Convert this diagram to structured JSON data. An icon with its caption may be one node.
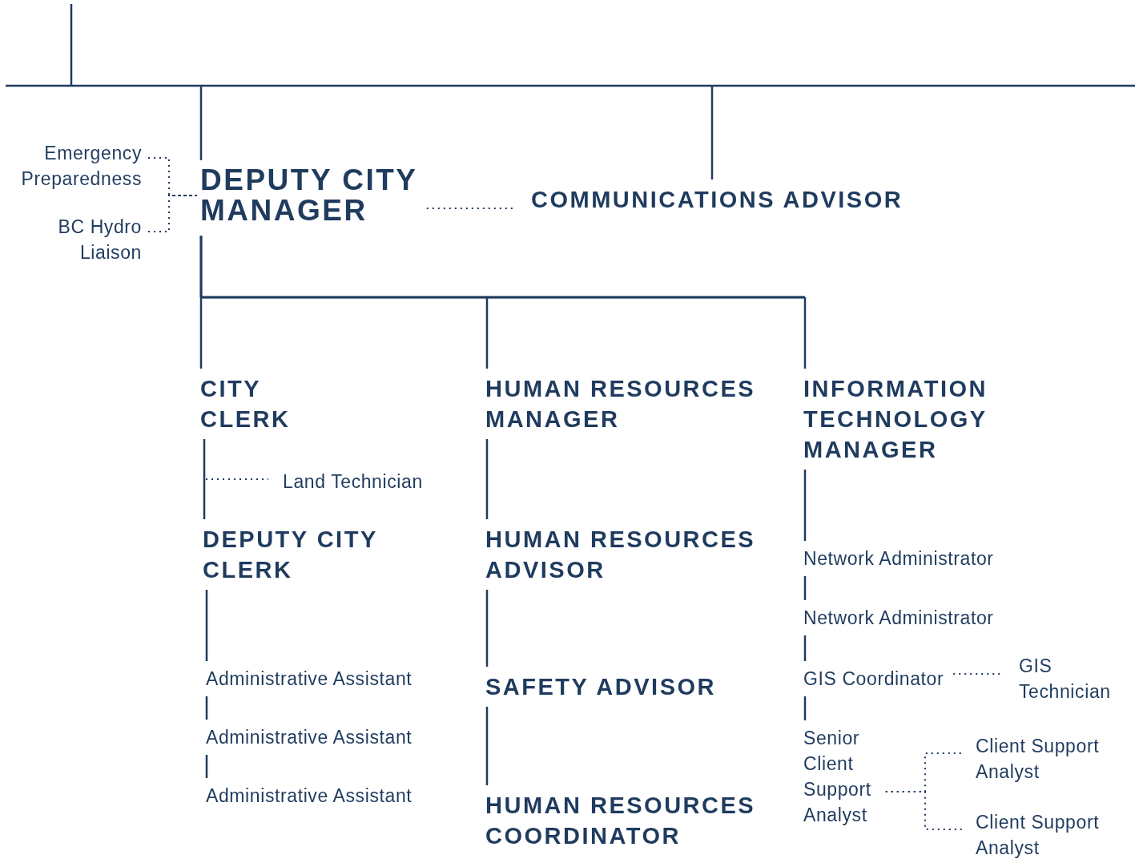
{
  "diagram": {
    "nodes": [
      {
        "text": [
          "DEPUTY CITY MANAGER"
        ]
      },
      {
        "text": [
          "COMMUNICATIONS ADVISOR"
        ]
      },
      {
        "text": [
          "Emergency Preparedness"
        ]
      },
      {
        "text": [
          "BC Hydro Liaison"
        ]
      },
      {
        "text": [
          "CITY CLERK"
        ]
      },
      {
        "text": [
          "HUMAN RESOURCES MANAGER"
        ]
      },
      {
        "text": [
          "INFORMATION TECHNOLOGY MANAGER"
        ]
      },
      {
        "text": [
          "Land Technician"
        ]
      },
      {
        "text": [
          "DEPUTY CITY CLERK"
        ]
      },
      {
        "text": [
          "HUMAN RESOURCES ADVISOR"
        ]
      },
      {
        "text": [
          "Network Administrator"
        ]
      },
      {
        "text": [
          "Network Administrator"
        ]
      },
      {
        "text": [
          "Administrative Assistant"
        ]
      },
      {
        "text": [
          "SAFETY ADVISOR"
        ]
      },
      {
        "text": [
          "GIS Coordinator"
        ]
      },
      {
        "text": [
          "GIS Technician"
        ]
      },
      {
        "text": [
          "Administrative Assistant"
        ]
      },
      {
        "text": [
          "Senior Client Support Analyst"
        ]
      },
      {
        "text": [
          "Client Support Analyst"
        ]
      },
      {
        "text": [
          "HUMAN RESOURCES COORDINATOR"
        ]
      },
      {
        "text": [
          "Administrative Assistant"
        ]
      },
      {
        "text": [
          "Client Support Analyst"
        ]
      }
    ],
    "edges": [
      {
        "from": null,
        "to": 0,
        "arrow": "none"
      },
      {
        "from": null,
        "to": 1,
        "arrow": "none"
      },
      {
        "from": 0,
        "to": 1,
        "arrow": "none",
        "style": "dashed"
      },
      {
        "from": 2,
        "to": 0,
        "arrow": "none",
        "style": "dashed"
      },
      {
        "from": 3,
        "to": 0,
        "arrow": "none",
        "style": "dashed"
      },
      {
        "from": 0,
        "to": 4,
        "arrow": "none"
      },
      {
        "from": 0,
        "to": 5,
        "arrow": "none"
      },
      {
        "from": 0,
        "to": 6,
        "arrow": "none"
      },
      {
        "from": 4,
        "to": 7,
        "arrow": "none",
        "style": "dashed"
      },
      {
        "from": 4,
        "to": 8,
        "arrow": "none"
      },
      {
        "from": 8,
        "to": 12,
        "arrow": "none"
      },
      {
        "from": 12,
        "to": 16,
        "arrow": "none"
      },
      {
        "from": 16,
        "to": 20,
        "arrow": "none"
      },
      {
        "from": 5,
        "to": 9,
        "arrow": "none"
      },
      {
        "from": 9,
        "to": 13,
        "arrow": "none"
      },
      {
        "from": 13,
        "to": 19,
        "arrow": "none"
      },
      {
        "from": 6,
        "to": 10,
        "arrow": "none"
      },
      {
        "from": 10,
        "to": 11,
        "arrow": "none"
      },
      {
        "from": 11,
        "to": 14,
        "arrow": "none"
      },
      {
        "from": 14,
        "to": 17,
        "arrow": "none"
      },
      {
        "from": 14,
        "to": 15,
        "arrow": "none",
        "style": "dashed"
      },
      {
        "from": 17,
        "to": 18,
        "arrow": "none",
        "style": "dashed"
      },
      {
        "from": 17,
        "to": 21,
        "arrow": "none",
        "style": "dashed"
      }
    ]
  }
}
